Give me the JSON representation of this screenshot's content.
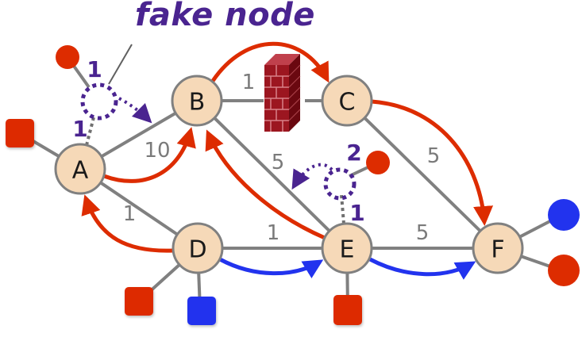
{
  "title": "fake node",
  "colors": {
    "router_fill": "#f6d9b8",
    "router_stroke": "#808080",
    "link": "#808080",
    "red": "#dd2c00",
    "blue": "#2233ee",
    "purple": "#4a2490",
    "firewall": "#8b1018"
  },
  "routers": [
    {
      "id": "A",
      "label": "A"
    },
    {
      "id": "B",
      "label": "B"
    },
    {
      "id": "C",
      "label": "C"
    },
    {
      "id": "D",
      "label": "D"
    },
    {
      "id": "E",
      "label": "E"
    },
    {
      "id": "F",
      "label": "F"
    }
  ],
  "links": [
    {
      "from": "A",
      "to": "B",
      "weight": "10"
    },
    {
      "from": "A",
      "to": "D",
      "weight": "1"
    },
    {
      "from": "B",
      "to": "C",
      "weight": "1",
      "note": "blocked by firewall"
    },
    {
      "from": "B",
      "to": "E",
      "weight": "5"
    },
    {
      "from": "C",
      "to": "F",
      "weight": "5"
    },
    {
      "from": "D",
      "to": "E",
      "weight": "1"
    },
    {
      "from": "E",
      "to": "F",
      "weight": "5"
    }
  ],
  "fake_nodes": [
    {
      "attached_to": "A",
      "link_weight": "1",
      "host_weight": "1",
      "points_to": "B"
    },
    {
      "attached_to": "E",
      "link_weight": "1",
      "host_weight": "2",
      "points_to": "B-E link"
    }
  ],
  "red_paths": [
    "A→B",
    "B→C",
    "C→F",
    "D→A",
    "E→B"
  ],
  "blue_paths": [
    "D→E",
    "E→F"
  ],
  "hosts": [
    {
      "shape": "square",
      "color": "red",
      "attached_to": "A"
    },
    {
      "shape": "circle",
      "color": "red",
      "attached_to": "fake node 1"
    },
    {
      "shape": "square",
      "color": "red",
      "attached_to": "D"
    },
    {
      "shape": "square",
      "color": "blue",
      "attached_to": "D"
    },
    {
      "shape": "square",
      "color": "red",
      "attached_to": "E"
    },
    {
      "shape": "circle",
      "color": "red",
      "attached_to": "fake node 2"
    },
    {
      "shape": "circle",
      "color": "blue",
      "attached_to": "F"
    },
    {
      "shape": "circle",
      "color": "red",
      "attached_to": "F"
    }
  ]
}
